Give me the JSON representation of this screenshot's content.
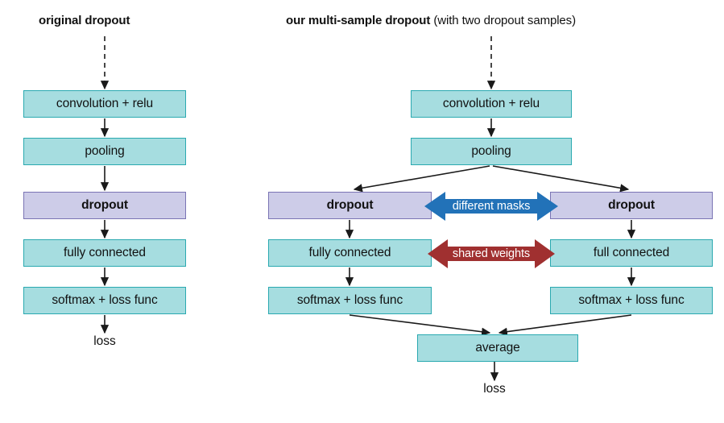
{
  "figure": {
    "background": "#ffffff",
    "colors": {
      "teal_fill": "#a6dde0",
      "teal_border": "#2aa9b0",
      "purple_fill": "#cdcce8",
      "purple_border": "#7a74b4",
      "arrow_blue": "#2272b8",
      "arrow_red": "#a03030",
      "edge": "#1a1a1a",
      "text": "#111111"
    }
  },
  "left_panel": {
    "title": "original dropout",
    "nodes": [
      {
        "label": "convolution + relu",
        "style": "teal"
      },
      {
        "label": "pooling",
        "style": "teal"
      },
      {
        "label": "dropout",
        "style": "purple"
      },
      {
        "label": "fully connected",
        "style": "teal"
      },
      {
        "label": "softmax + loss func",
        "style": "teal"
      }
    ],
    "output_label": "loss"
  },
  "right_panel": {
    "title_bold": "our multi-sample dropout",
    "title_regular": " (with two dropout samples)",
    "shared_nodes": [
      {
        "label": "convolution + relu",
        "style": "teal"
      },
      {
        "label": "pooling",
        "style": "teal"
      }
    ],
    "branch_left": [
      {
        "label": "dropout",
        "style": "purple"
      },
      {
        "label": "fully connected",
        "style": "teal"
      },
      {
        "label": "softmax + loss func",
        "style": "teal"
      }
    ],
    "branch_right": [
      {
        "label": "dropout",
        "style": "purple"
      },
      {
        "label": "full connected",
        "style": "teal"
      },
      {
        "label": "softmax + loss func",
        "style": "teal"
      }
    ],
    "merge_node": {
      "label": "average",
      "style": "teal"
    },
    "output_label": "loss",
    "connectors": [
      {
        "label": "different masks",
        "color": "#2272b8",
        "direction": "bidirectional"
      },
      {
        "label": "shared weights",
        "color": "#a03030",
        "direction": "bidirectional"
      }
    ]
  }
}
